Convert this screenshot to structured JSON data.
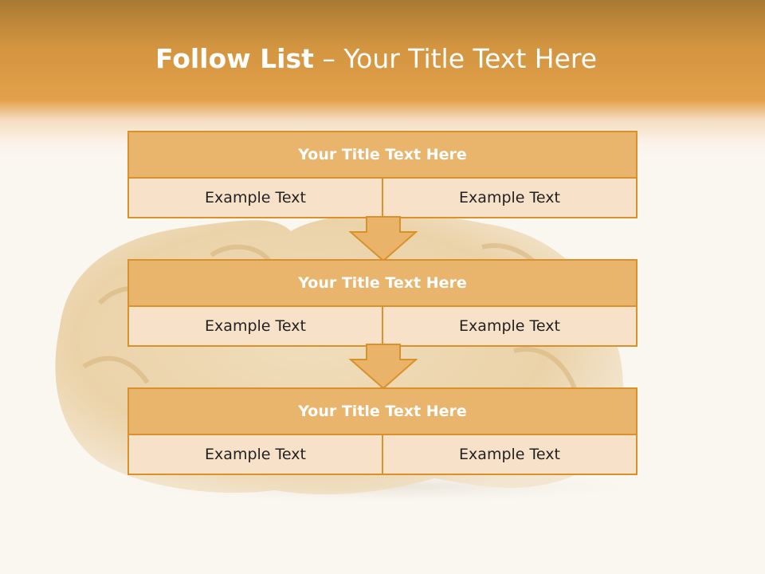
{
  "slide": {
    "title_bold": "Follow List",
    "title_rest": " – Your Title Text Here"
  },
  "steps": [
    {
      "title": "Your Title Text Here",
      "left": "Example Text",
      "right": "Example Text"
    },
    {
      "title": "Your Title Text Here",
      "left": "Example Text",
      "right": "Example Text"
    },
    {
      "title": "Your Title Text Here",
      "left": "Example Text",
      "right": "Example Text"
    }
  ],
  "colors": {
    "accent": "#e3a04a",
    "border": "#d9912c",
    "title_fill": "#e9b46c",
    "cell_fill": "#f7e1c9"
  },
  "icons": [
    "walnut-image",
    "down-arrow-icon"
  ]
}
